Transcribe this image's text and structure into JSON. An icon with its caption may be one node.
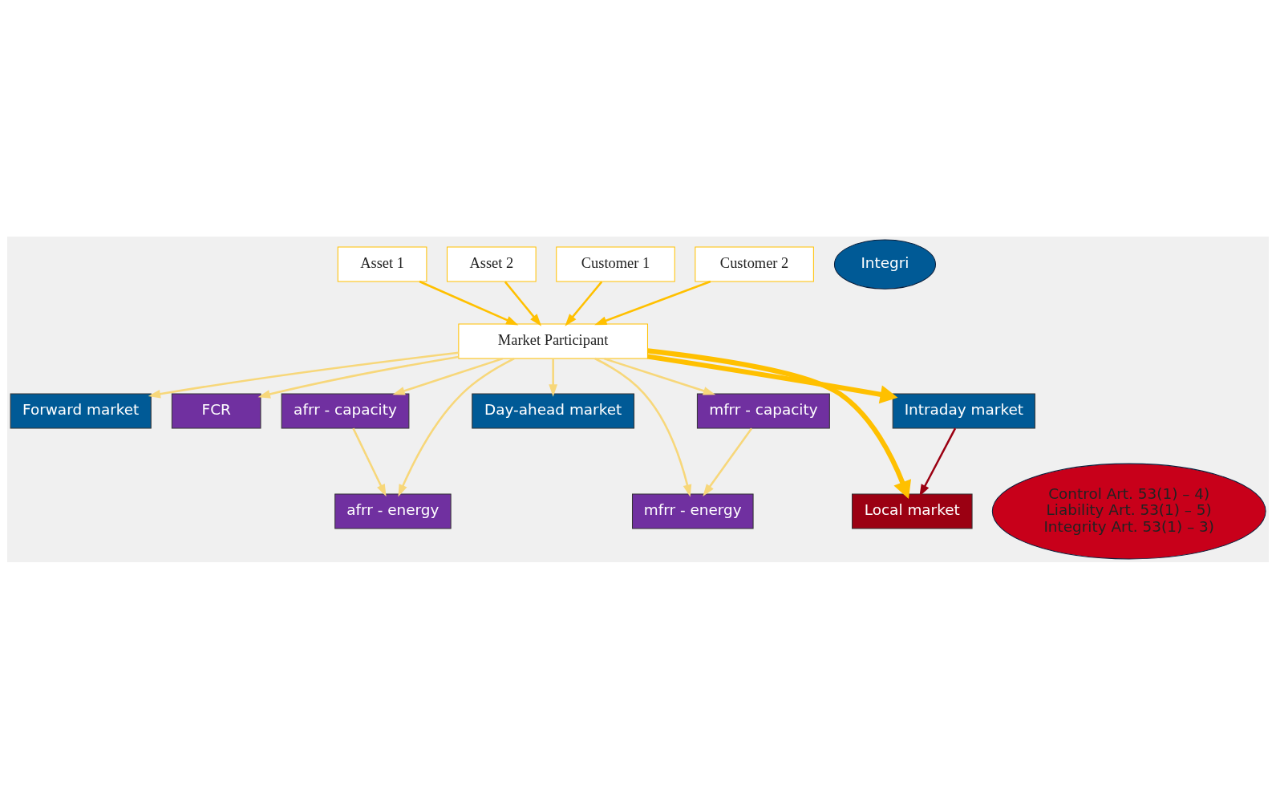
{
  "diagram": {
    "nodes": [
      {
        "text": [
          "Asset 1"
        ]
      },
      {
        "text": [
          "Asset 2"
        ]
      },
      {
        "text": [
          "Customer 1"
        ]
      },
      {
        "text": [
          "Customer 2"
        ]
      },
      {
        "text": [
          "Market Participant"
        ]
      },
      {
        "text": [
          "Forward market"
        ]
      },
      {
        "text": [
          "FCR"
        ]
      },
      {
        "text": [
          "afrr - capacity"
        ]
      },
      {
        "text": [
          "mfrr - capacity"
        ]
      },
      {
        "text": [
          "Day-ahead market"
        ]
      },
      {
        "text": [
          "Intraday market"
        ]
      },
      {
        "text": [
          "mfrr - energy"
        ]
      },
      {
        "text": [
          "afrr - energy"
        ]
      },
      {
        "text": [
          "Local market"
        ]
      },
      {
        "text": [
          "Control Art. 53(1) – 4)",
          "Liability Art. 53(1) – 5)",
          "Integrity Art. 53(1) – 3)"
        ]
      },
      {
        "text": [
          "Integri"
        ]
      }
    ],
    "edges": [
      {
        "from": 0,
        "to": 4,
        "arrow": "to",
        "color": "#ffc000"
      },
      {
        "from": 1,
        "to": 4,
        "arrow": "to",
        "color": "#ffc000"
      },
      {
        "from": 2,
        "to": 4,
        "arrow": "to",
        "color": "#ffc000"
      },
      {
        "from": 3,
        "to": 4,
        "arrow": "to",
        "color": "#ffc000"
      },
      {
        "from": 4,
        "to": 5,
        "arrow": "to"
      },
      {
        "from": 4,
        "to": 6,
        "arrow": "to"
      },
      {
        "from": 4,
        "to": 7,
        "arrow": "to"
      },
      {
        "from": 4,
        "to": 8,
        "arrow": "to"
      },
      {
        "from": 4,
        "to": 9,
        "arrow": "to"
      },
      {
        "from": 4,
        "to": 10,
        "arrow": "to",
        "style": "thick",
        "color": "#ffc000"
      },
      {
        "from": 4,
        "to": 13,
        "arrow": "to",
        "style": "thick",
        "color": "#ffc000"
      },
      {
        "from": 4,
        "to": 11,
        "arrow": "to"
      },
      {
        "from": 4,
        "to": 12,
        "arrow": "to"
      },
      {
        "from": 10,
        "to": 13,
        "arrow": "to",
        "color": "#9b0012"
      },
      {
        "from": 8,
        "to": 11,
        "arrow": "to"
      },
      {
        "from": 7,
        "to": 12,
        "arrow": "to"
      }
    ]
  }
}
